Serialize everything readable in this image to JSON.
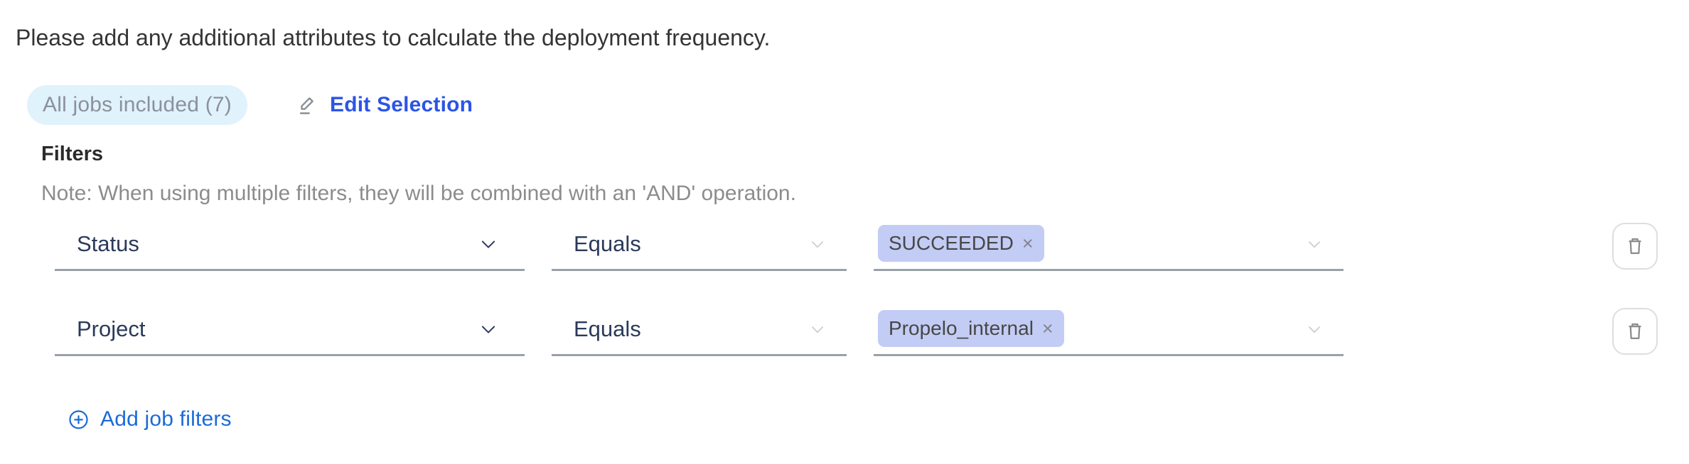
{
  "instruction": "Please add any additional attributes to calculate the deployment frequency.",
  "jobs_summary": {
    "badge_label": "All jobs included (7)",
    "edit_action": "Edit Selection"
  },
  "filters": {
    "heading": "Filters",
    "note": "Note: When using multiple filters, they will be combined with an 'AND' operation.",
    "rows": [
      {
        "attribute": "Status",
        "operator": "Equals",
        "values": [
          "SUCCEEDED"
        ]
      },
      {
        "attribute": "Project",
        "operator": "Equals",
        "values": [
          "Propelo_internal"
        ]
      }
    ],
    "add_action": "Add job filters"
  },
  "icons": {
    "edit": "pencil-underline",
    "add": "plus-circle",
    "delete": "trash",
    "dropdown": "chevron-down",
    "tag_remove_glyph": "×"
  },
  "colors": {
    "badge_bg": "#e0f2fb",
    "badge_text": "#8b919b",
    "edit_link": "#2b55e6",
    "add_link": "#1a6bd8",
    "tag_bg": "#c3ccf4",
    "tag_text": "#474747",
    "select_text": "#2b3a5a",
    "underline": "#9aa0a8",
    "note_text": "#8c8c8c",
    "icon_gray": "#8c8c8c"
  }
}
